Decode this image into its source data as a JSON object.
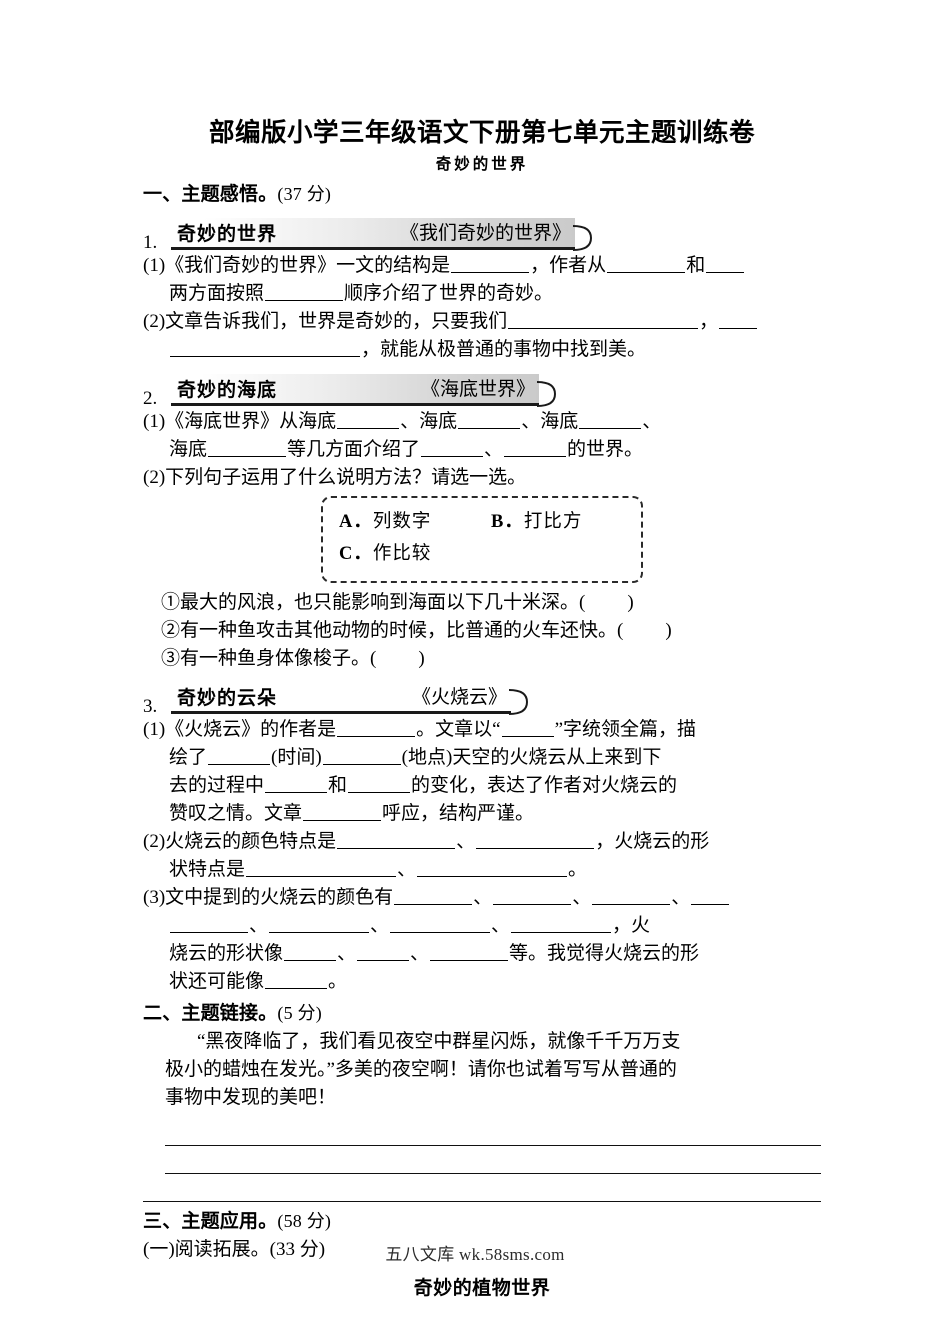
{
  "document": {
    "title": "部编版小学三年级语文下册第七单元主题训练卷",
    "subtitle": "奇妙的世界"
  },
  "sections": [
    {
      "heading": "一、主题感悟。",
      "points": "(37 分)"
    },
    {
      "heading": "二、主题链接。",
      "points": "(5 分)"
    },
    {
      "heading": "三、主题应用。",
      "points": "(58 分)"
    }
  ],
  "items": [
    {
      "number": "1.",
      "banner_label": "奇妙的世界",
      "banner_ref": "《我们奇妙的世界》",
      "questions": [
        {
          "tag": "(1)",
          "line1_a": "《我们奇妙的世界》一文的结构是",
          "line1_b": "，作者从",
          "line1_c": "和",
          "line2_a": "两方面按照",
          "line2_b": "顺序介绍了世界的奇妙。"
        },
        {
          "tag": "(2)",
          "line1_a": "文章告诉我们，世界是奇妙的，只要我们",
          "line1_b": "，",
          "line2_a": "，就能从极普通的事物中找到美。"
        }
      ]
    },
    {
      "number": "2.",
      "banner_label": "奇妙的海底",
      "banner_ref": "《海底世界》",
      "questions": [
        {
          "tag": "(1)",
          "t1": "《海底世界》从海底",
          "t2": "、海底",
          "t3": "、海底",
          "t4": "、",
          "t5": "海底",
          "t6": "等几方面介绍了",
          "t7": "、",
          "t8": "的世界。"
        },
        {
          "tag": "(2)",
          "t1": "下列句子运用了什么说明方法？请选一选。"
        }
      ],
      "options": [
        {
          "label": "A．",
          "text": "列数字"
        },
        {
          "label": "B．",
          "text": "打比方"
        },
        {
          "label": "C．",
          "text": "作比较"
        }
      ],
      "sentences": [
        {
          "marker": "①",
          "text": "最大的风浪，也只能影响到海面以下几十米深。(",
          "close": ")"
        },
        {
          "marker": "②",
          "text": "有一种鱼攻击其他动物的时候，比普通的火车还快。(",
          "close": ")"
        },
        {
          "marker": "③",
          "text": "有一种鱼身体像梭子。(",
          "close": ")"
        }
      ]
    },
    {
      "number": "3.",
      "banner_label": "奇妙的云朵",
      "banner_ref": "《火烧云》",
      "questions": [
        {
          "tag": "(1)",
          "t1": "《火烧云》的作者是",
          "t2": "。文章以“",
          "t3": "”字统领全篇，描",
          "t4": "绘了",
          "t5": "(时间)",
          "t6": "(地点)天空的火烧云从上来到下",
          "t7": "去的过程中",
          "t8": "和",
          "t9": "的变化，表达了作者对火烧云的",
          "t10": "赞叹之情。文章",
          "t11": "呼应，结构严谨。"
        },
        {
          "tag": "(2)",
          "t1": "火烧云的颜色特点是",
          "t2": "、",
          "t3": "，火烧云的形",
          "t4": "状特点是",
          "t5": "、",
          "t6": "。"
        },
        {
          "tag": "(3)",
          "t1": "文中提到的火烧云的颜色有",
          "t2": "、",
          "t3": "、",
          "t4": "、",
          "t5": "、",
          "t6": "、",
          "t7": "、",
          "t8": "，火",
          "t9": "烧云的形状像",
          "t10": "、",
          "t11": "、",
          "t12": "等。我觉得火烧云的形",
          "t13": "状还可能像",
          "t14": "。"
        }
      ]
    }
  ],
  "theme_link": {
    "quote_line1": "“黑夜降临了，我们看见夜空中群星闪烁，就像千千万万支",
    "quote_line2": "极小的蜡烛在发光。”多美的夜空啊！请你也试着写写从普通的",
    "quote_line3": "事物中发现的美吧！"
  },
  "application": {
    "subsection": "(一)阅读拓展。",
    "subsection_points": "(33 分)",
    "passage_title": "奇妙的植物世界"
  },
  "footer": {
    "watermark": "五八文库 wk.58sms.com"
  }
}
